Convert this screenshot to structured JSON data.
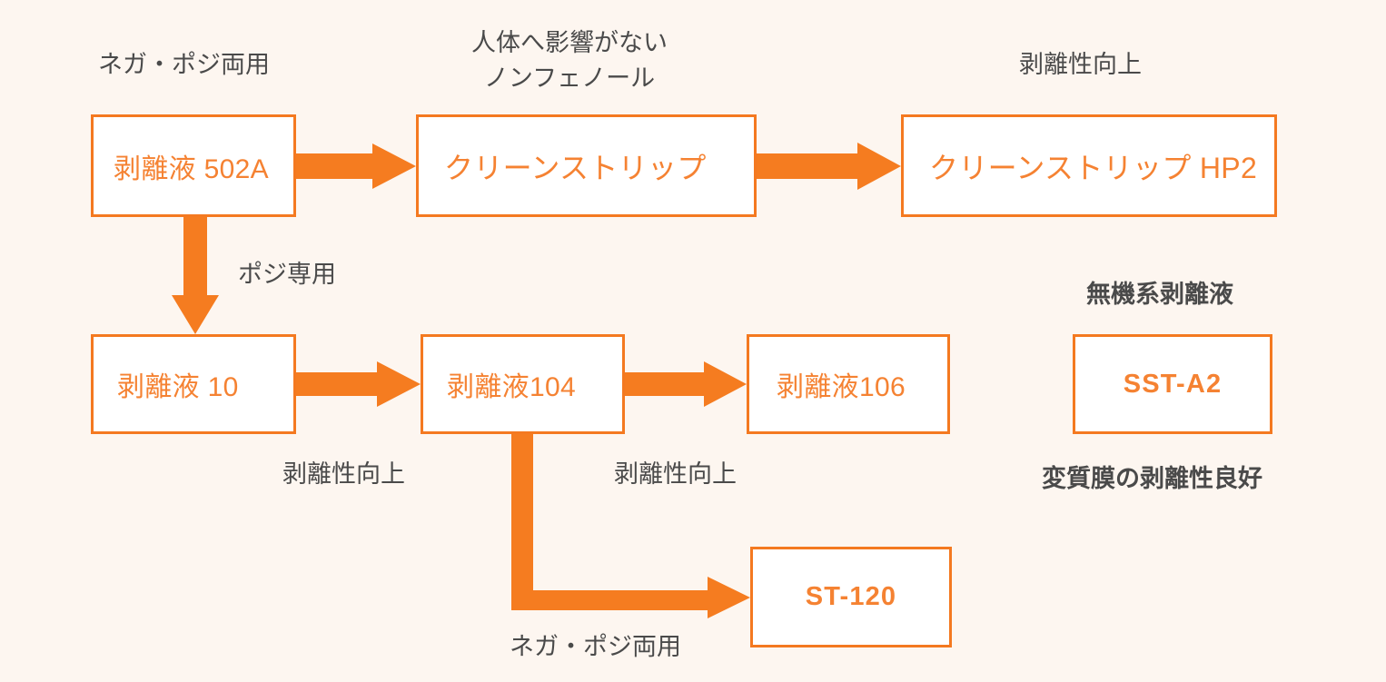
{
  "diagram": {
    "type": "flow-diagram",
    "title_text": "",
    "colors": {
      "background": "#fdf6f0",
      "box_border": "#f47920",
      "box_fill": "#ffffff",
      "box_text": "#f58232",
      "arrow": "#f57c20",
      "caption_text": "#4a4a4a"
    },
    "nodes": [
      {
        "id": "502a",
        "label": "剥離液 502A"
      },
      {
        "id": "clean",
        "label": "クリーンストリップ"
      },
      {
        "id": "hp2",
        "label": "クリーンストリップ HP2"
      },
      {
        "id": "10",
        "label": "剥離液 10"
      },
      {
        "id": "104",
        "label": "剥離液104"
      },
      {
        "id": "106",
        "label": "剥離液106"
      },
      {
        "id": "ssta2",
        "label": "SST-A2"
      },
      {
        "id": "st120",
        "label": "ST-120"
      }
    ],
    "captions": [
      {
        "id": "negaposi1",
        "text": "ネガ・ポジ両用",
        "bold": false
      },
      {
        "id": "nonphenol",
        "text": "人体へ影響がない\nノンフェノール",
        "bold": false
      },
      {
        "id": "peel1",
        "text": "剥離性向上",
        "bold": false
      },
      {
        "id": "posi",
        "text": "ポジ専用",
        "bold": false
      },
      {
        "id": "inorganic",
        "text": "無機系剥離液",
        "bold": true
      },
      {
        "id": "peel2",
        "text": "剥離性向上",
        "bold": false
      },
      {
        "id": "peel3",
        "text": "剥離性向上",
        "bold": false
      },
      {
        "id": "good",
        "text": "変質膜の剥離性良好",
        "bold": true
      },
      {
        "id": "negaposi2",
        "text": "ネガ・ポジ両用",
        "bold": false
      }
    ],
    "edges": [
      {
        "from": "502a",
        "to": "clean",
        "direction": "right",
        "label": "人体へ影響がない ノンフェノール"
      },
      {
        "from": "clean",
        "to": "hp2",
        "direction": "right",
        "label": "剥離性向上"
      },
      {
        "from": "502a",
        "to": "10",
        "direction": "down",
        "label": "ポジ専用"
      },
      {
        "from": "10",
        "to": "104",
        "direction": "right",
        "label": "剥離性向上"
      },
      {
        "from": "104",
        "to": "106",
        "direction": "right",
        "label": "剥離性向上"
      },
      {
        "from": "104",
        "to": "st120",
        "direction": "elbow-down-right",
        "label": "ネガ・ポジ両用"
      }
    ]
  }
}
